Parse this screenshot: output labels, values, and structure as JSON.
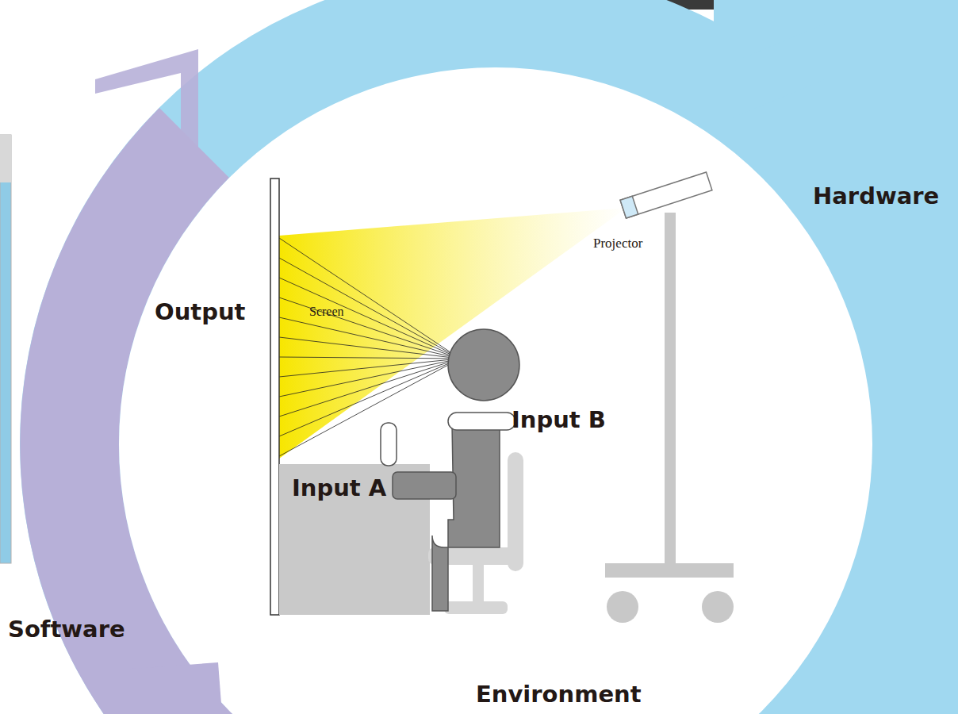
{
  "diagram": {
    "nodes": [
      {
        "text": [
          "Hardware"
        ]
      },
      {
        "text": [
          "Software"
        ]
      },
      {
        "text": [
          "Environment"
        ]
      }
    ],
    "labels": [
      "Output",
      "Screen",
      "Projector",
      "Input B",
      "Input A"
    ]
  }
}
